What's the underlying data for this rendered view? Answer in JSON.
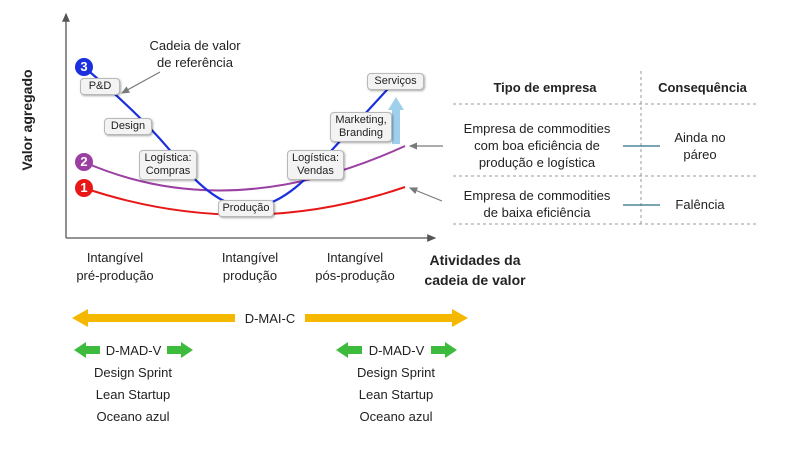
{
  "axes": {
    "y_label": "Valor agregado",
    "x_label_line1": "Atividades da",
    "x_label_line2": "cadeia de valor"
  },
  "phases": [
    {
      "line1": "Intangível",
      "line2": "pré-produção"
    },
    {
      "line1": "Intangível",
      "line2": "produção"
    },
    {
      "line1": "Intangível",
      "line2": "pós-produção"
    }
  ],
  "curve_markers": [
    {
      "number": "3",
      "color": "#1b2fe0"
    },
    {
      "number": "2",
      "color": "#9b3fa3"
    },
    {
      "number": "1",
      "color": "#e81818"
    }
  ],
  "curve_colors": {
    "blue": "#1b2fe0",
    "purple": "#9b3fa3",
    "red": "#e81818",
    "arrow_up": "#9ed0ec"
  },
  "callout": {
    "line1": "Cadeia de valor",
    "line2": "de referência"
  },
  "stage_boxes": {
    "pd": "P&D",
    "design": "Design",
    "log_compras_1": "Logística:",
    "log_compras_2": "Compras",
    "producao": "Produção",
    "log_vendas_1": "Logística:",
    "log_vendas_2": "Vendas",
    "marketing_1": "Marketing,",
    "marketing_2": "Branding",
    "servicos": "Serviços"
  },
  "table": {
    "header_type": "Tipo de empresa",
    "header_consequence": "Consequência",
    "rows": [
      {
        "type_l1": "Empresa de commodities",
        "type_l2": "com boa eficiência de",
        "type_l3": "produção e logística",
        "cons_l1": "Ainda no",
        "cons_l2": "páreo"
      },
      {
        "type_l1": "Empresa de commodities",
        "type_l2": "de baixa eficiência",
        "type_l3": "",
        "cons_l1": "Falência",
        "cons_l2": ""
      }
    ]
  },
  "bottom": {
    "dmaic": "D-MAI-C",
    "dmaic_color": "#f5b800",
    "dmadv_color": "#3dbb3d",
    "left": {
      "label": "D-MAD-V",
      "items": [
        "Design Sprint",
        "Lean Startup",
        "Oceano azul"
      ]
    },
    "right": {
      "label": "D-MAD-V",
      "items": [
        "Design Sprint",
        "Lean Startup",
        "Oceano azul"
      ]
    }
  }
}
